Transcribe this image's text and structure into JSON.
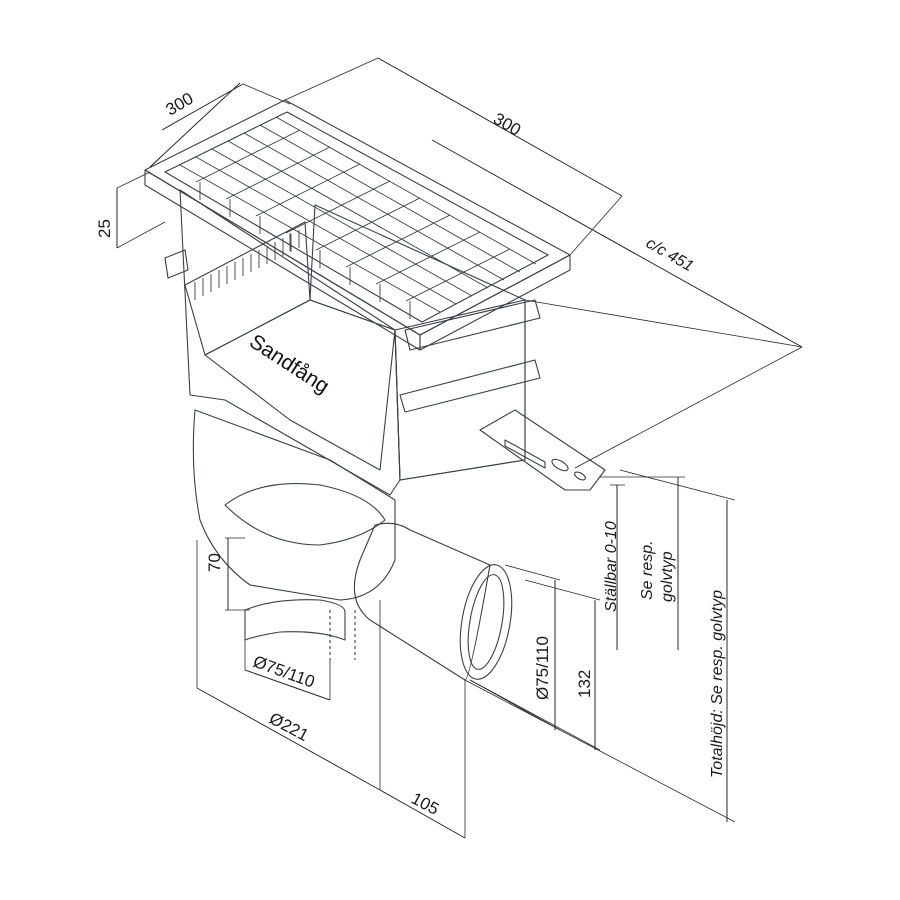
{
  "product_label": "Sandfång",
  "dimensions": {
    "width_left": "300",
    "width_right": "300",
    "frame_height": "25",
    "center_distance": "c/c 451",
    "adjustable": "Ställbar 0-10",
    "floor_type_note": "Se resp. golvtyp",
    "outlet_height": "70",
    "outlet_diameter_bottom": "Ø75/110",
    "body_diameter": "Ø221",
    "side_outlet_offset": "105",
    "outlet_diameter_side": "Ø75/110",
    "outlet_height_side": "132",
    "total_height": "Totalhöjd: Se resp. golvtyp"
  },
  "colors": {
    "body_light": "#e6eef8",
    "body_mid": "#c9d7ea",
    "body_dark": "#a9bcd6",
    "grate": "#f2f5f9",
    "line": "#3a3f48"
  }
}
